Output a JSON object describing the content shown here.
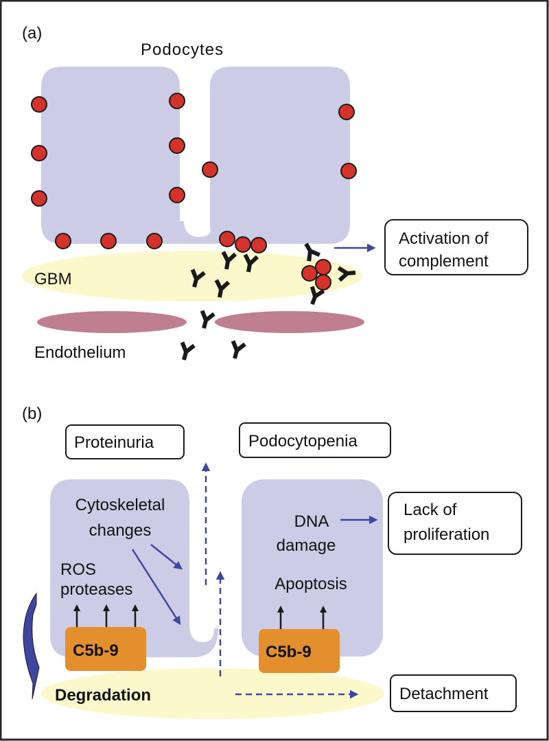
{
  "figure": {
    "panel_a": {
      "label": "(a)",
      "title": "Podocytes",
      "gbm_label": "GBM",
      "endothelium_label": "Endothelium",
      "box_activation": [
        "Activation of",
        "complement"
      ]
    },
    "panel_b": {
      "label": "(b)",
      "box_proteinuria": "Proteinuria",
      "box_podocytopenia": "Podocytopenia",
      "box_lack": [
        "Lack of",
        "proliferation"
      ],
      "box_detachment": "Detachment",
      "cytoskeletal": [
        "Cytoskeletal",
        "changes"
      ],
      "ros": "ROS",
      "proteases": "proteases",
      "dna": "DNA",
      "damage": "damage",
      "apoptosis": "Apoptosis",
      "c5b9_left": "C5b-9",
      "c5b9_right": "C5b-9",
      "degradation": "Degradation"
    },
    "colors": {
      "podocyte": "#cdcce6",
      "gbm": "#fbf8cc",
      "endothelium": "#c07f90",
      "dot": "#d3332a",
      "arrow_blue": "#3f46a0",
      "c5b9": "#e38f2d",
      "antibody": "#1a1a1a"
    }
  }
}
